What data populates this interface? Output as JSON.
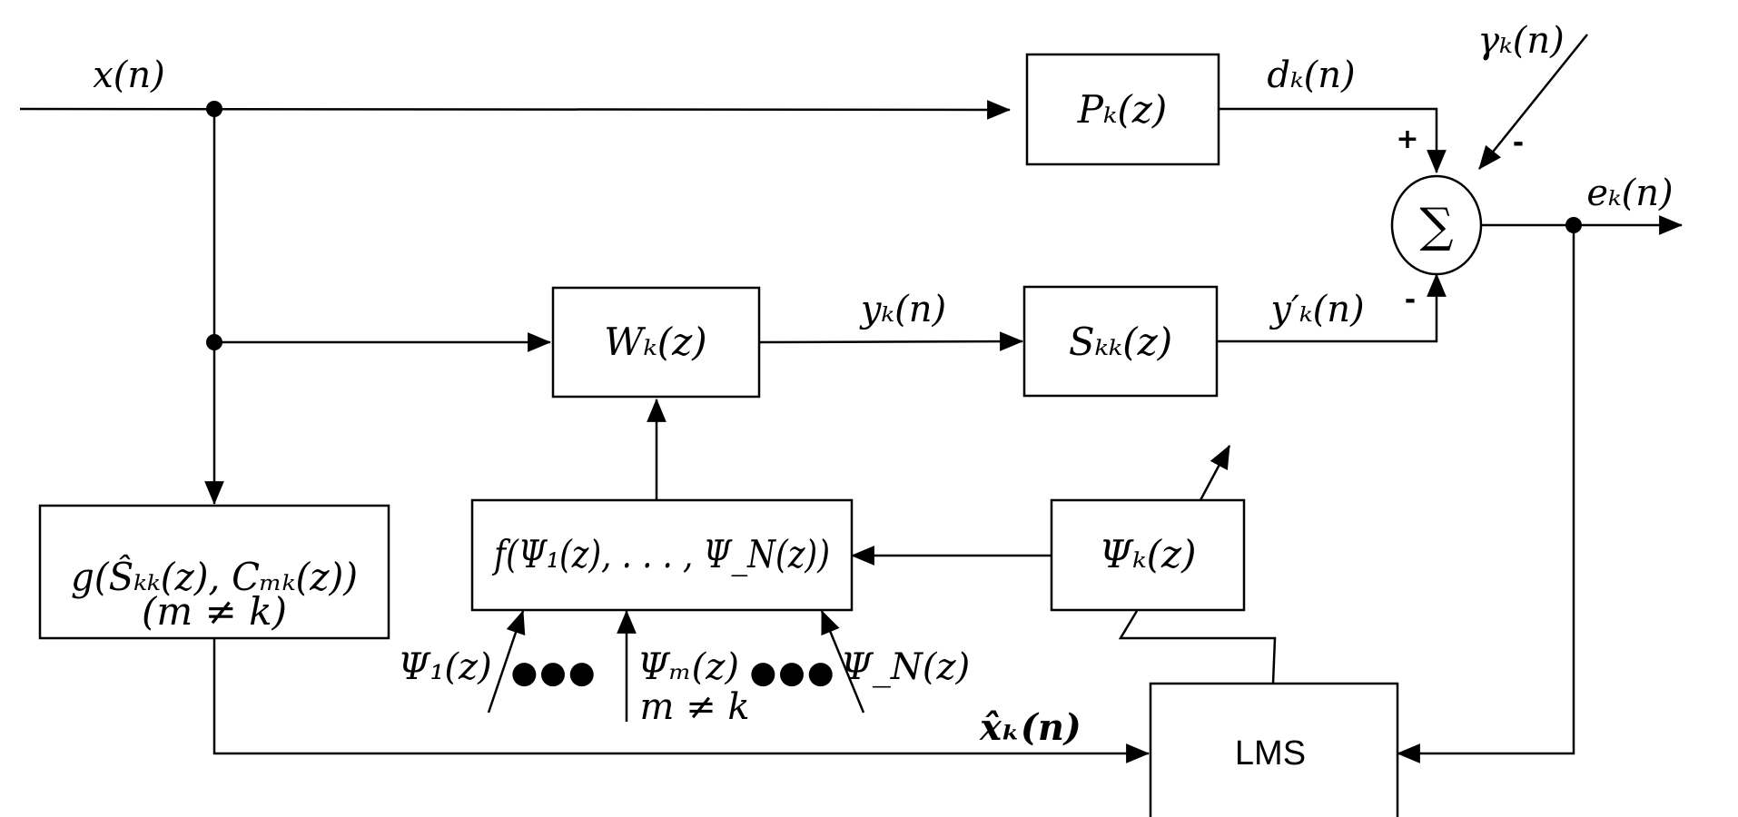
{
  "colors": {
    "line": "#000000",
    "background": "#ffffff"
  },
  "signals": {
    "x": "x(n)",
    "d": "dₖ(n)",
    "gamma": "γₖ(n)",
    "e": "eₖ(n)",
    "y": "yₖ(n)",
    "y_prime": "y′ₖ(n)",
    "x_hat": "x̂ₖ(n)"
  },
  "signs": {
    "d_plus": "+",
    "gamma_minus": "-",
    "y_prime_minus": "-"
  },
  "blocks": {
    "P": "Pₖ(z)",
    "W": "Wₖ(z)",
    "S": "Sₖₖ(z)",
    "Psi": "Ψₖ(z)",
    "f": "f(Ψ₁(z), . . . , Ψ_N(z))",
    "g_line1": "g(Ŝₖₖ(z), Cₘₖ(z))",
    "g_line2": "(m ≠ k)",
    "LMS": "LMS",
    "sum": "∑"
  },
  "inputs": {
    "psi1": "Ψ₁(z)",
    "psim": "Ψₘ(z)",
    "psim_cond": "m ≠ k",
    "psiN": "Ψ_N(z)",
    "ellipsis": "●●●"
  }
}
